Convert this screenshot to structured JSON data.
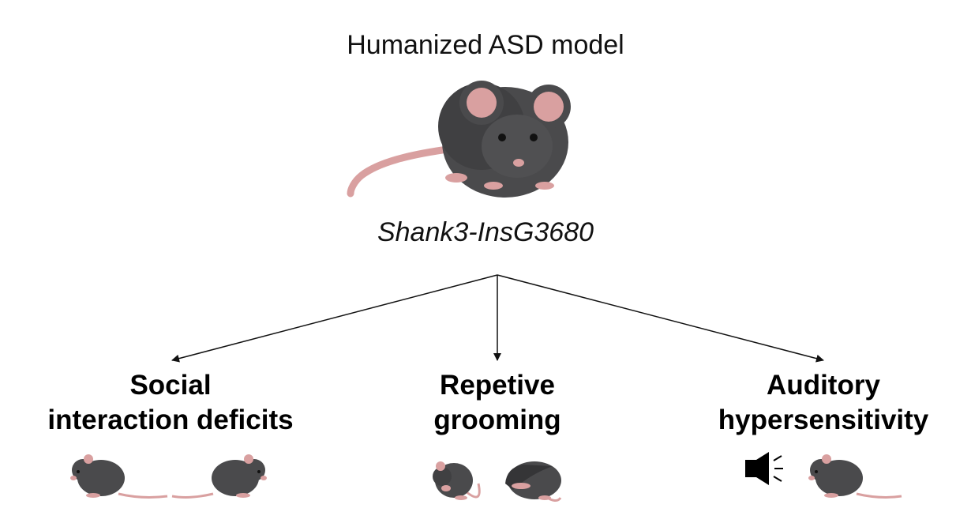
{
  "diagram": {
    "title": "Humanized ASD model",
    "genotype": "Shank3-InsG3680",
    "phenotypes": [
      {
        "line1": "Social",
        "line2": "interaction deficits",
        "icon": "two-mice-facing-icon"
      },
      {
        "line1": "Repetive",
        "line2": "grooming",
        "icon": "grooming-mice-icon"
      },
      {
        "line1": "Auditory",
        "line2": "hypersensitivity",
        "icon": "speaker-mouse-icon"
      }
    ]
  },
  "colors": {
    "mouse_body": "#4a4a4c",
    "mouse_pink": "#d9a0a0",
    "arrow": "#111111"
  }
}
